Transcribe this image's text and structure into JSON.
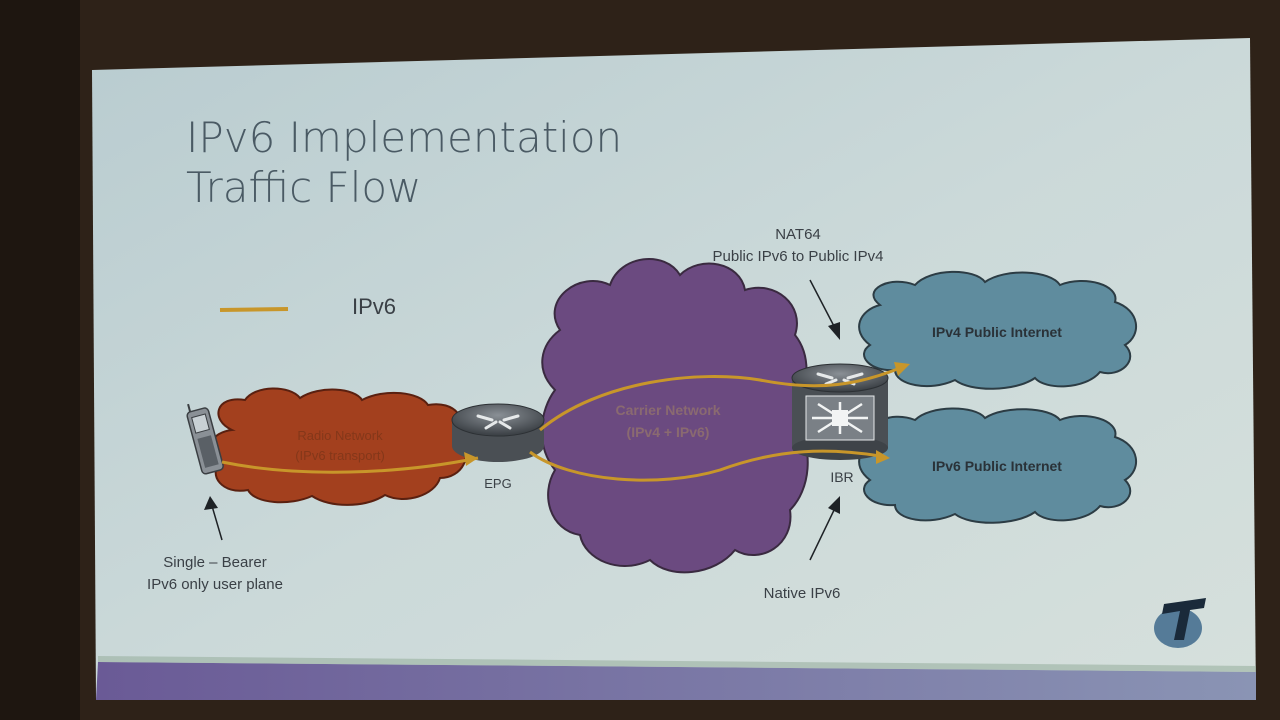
{
  "slide": {
    "title_line1": "IPv6 Implementation",
    "title_line2": "Traffic Flow",
    "legend": {
      "label": "IPv6",
      "color": "#c8962a"
    },
    "nat64": {
      "line1": "NAT64",
      "line2": "Public IPv6 to Public IPv4"
    },
    "clouds": {
      "radio": {
        "line1": "Radio Network",
        "line2": "(IPv6 transport)",
        "color": "#a3401e"
      },
      "carrier": {
        "line1": "Carrier Network",
        "line2": "(IPv4 + IPv6)",
        "color": "#6b4a80"
      },
      "ipv4_internet": {
        "label": "IPv4 Public Internet",
        "color": "#5f8c9e"
      },
      "ipv6_internet": {
        "label": "IPv6 Public Internet",
        "color": "#5f8c9e"
      }
    },
    "nodes": {
      "epg": "EPG",
      "ibr": "IBR"
    },
    "annotations": {
      "bearer_line1": "Single – Bearer",
      "bearer_line2": "IPv6 only user plane",
      "native": "Native IPv6"
    },
    "logo": "telstra-logo"
  }
}
